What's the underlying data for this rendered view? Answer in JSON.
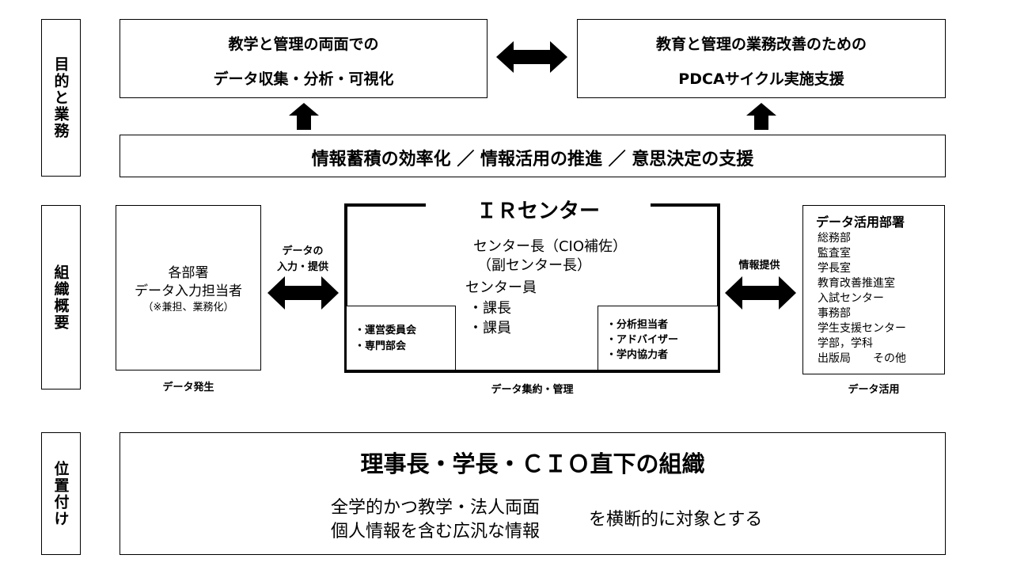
{
  "sections": {
    "purpose": "目的と業務",
    "overview": "組織概要",
    "position": "位置付け"
  },
  "purpose": {
    "left_line1": "教学と管理の両面での",
    "left_line2": "データ収集・分析・可視化",
    "right_line1": "教育と管理の業務改善のための",
    "right_line2": "PDCAサイクル実施支援",
    "bar": "情報蓄積の効率化 ／ 情報活用の推進 ／ 意思決定の支援"
  },
  "overview": {
    "left_box": {
      "line1": "各部署",
      "line2": "データ入力担当者",
      "line3": "（※兼担、業務化）",
      "caption": "データ発生"
    },
    "left_arrow_line1": "データの",
    "left_arrow_line2": "入力・提供",
    "center": {
      "title": "ＩＲセンター",
      "line1": "センター長（CIO補佐）",
      "line2": "（副センター長）",
      "line3": "センター員",
      "line4": "・課長",
      "line5": "・課員",
      "sub_left": [
        "・運営委員会",
        "・専門部会"
      ],
      "sub_right": [
        "・分析担当者",
        "・アドバイザー",
        "・学内協力者"
      ],
      "caption": "データ集約・管理"
    },
    "right_arrow": "情報提供",
    "right_box": {
      "title": "データ活用部署",
      "items": [
        "総務部",
        "監査室",
        "学長室",
        "教育改善推進室",
        "入試センター",
        "事務部",
        "学生支援センター",
        "学部，学科",
        "出版局　　その他"
      ],
      "caption": "データ活用"
    }
  },
  "position": {
    "title": "理事長・学長・ＣＩＯ直下の組織",
    "line1": "全学的かつ教学・法人両面",
    "line2": "個人情報を含む広汎な情報",
    "tail": "を横断的に対象とする"
  }
}
